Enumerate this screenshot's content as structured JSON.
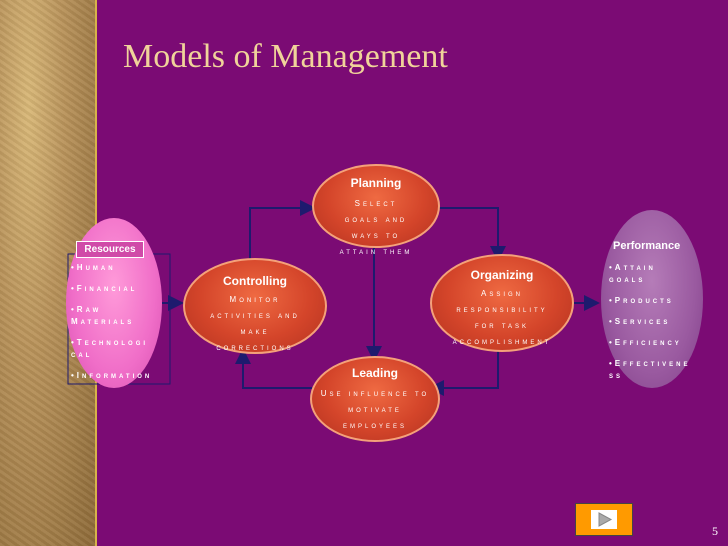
{
  "title": "Models of Management",
  "planning": {
    "heading": "Planning",
    "line1": "Select",
    "line2": "goals and",
    "line3": "ways to",
    "line4": "attain them"
  },
  "organizing": {
    "heading": "Organizing",
    "line1": "Assign",
    "line2": "responsibility",
    "line3": "for task",
    "line4": "accomplishment"
  },
  "controlling": {
    "heading": "Controlling",
    "line1": "Monitor",
    "line2": "activities and",
    "line3": "make",
    "line4": "corrections"
  },
  "leading": {
    "heading": "Leading",
    "line1": "Use influence to",
    "line2": "motivate",
    "line3": "employees"
  },
  "resources": {
    "label": "Resources",
    "items": [
      "•Human",
      "•Financial",
      "•Raw",
      "Materials",
      "•Technologi",
      "cal",
      "•Information"
    ]
  },
  "performance": {
    "label": "Performance",
    "items": [
      "•Attain",
      "goals",
      "•Products",
      "•Services",
      "•Efficiency",
      "•Effectivene",
      "ss"
    ]
  },
  "page_number": "5",
  "colors": {
    "background": "#7b0b74",
    "ellipse": "#d4452a",
    "resources": "#f06ec8",
    "performance": "#9a5aa0",
    "title": "#f0d39a"
  }
}
